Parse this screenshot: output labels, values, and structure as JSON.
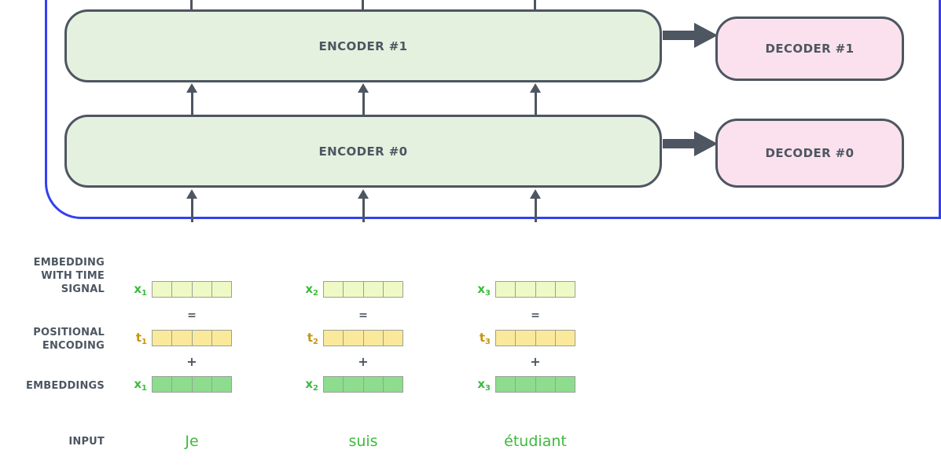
{
  "diagram": {
    "encoders": [
      {
        "label": "ENCODER #1"
      },
      {
        "label": "ENCODER #0"
      }
    ],
    "decoders": [
      {
        "label": "DECODER #1"
      },
      {
        "label": "DECODER #0"
      }
    ],
    "row_labels": {
      "time_signal": [
        "EMBEDDING",
        "WITH TIME",
        "SIGNAL"
      ],
      "positional": [
        "POSITIONAL",
        "ENCODING"
      ],
      "embeddings": "EMBEDDINGS",
      "input": "INPUT"
    },
    "operators": {
      "equals": "=",
      "plus": "+"
    },
    "columns": [
      {
        "x_label": "x",
        "x_sub": "1",
        "t_label": "t",
        "t_sub": "1",
        "word": "Je"
      },
      {
        "x_label": "x",
        "x_sub": "2",
        "t_label": "t",
        "t_sub": "2",
        "word": "suis"
      },
      {
        "x_label": "x",
        "x_sub": "3",
        "t_label": "t",
        "t_sub": "3",
        "word": "étudiant"
      }
    ],
    "colors": {
      "accent_blue": "#3340f2",
      "slate": "#4d5661",
      "encoder_fill": "#e4f1df",
      "decoder_fill": "#fae1ed",
      "time_signal_fill": "#eef9c6",
      "positional_fill": "#fbe99b",
      "embedding_fill": "#8edc8e",
      "x_green": "#3eba3e",
      "t_gold": "#c9940a"
    }
  }
}
